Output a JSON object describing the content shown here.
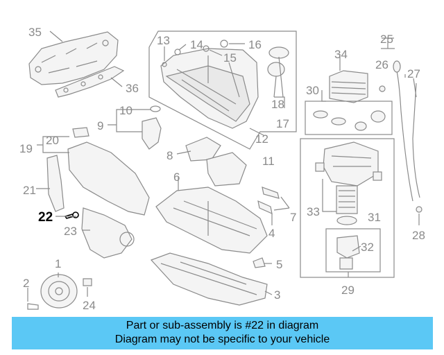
{
  "banner": {
    "line1": "Part or sub-assembly is #22 in diagram",
    "line2": "Diagram may not be specific to your vehicle",
    "color": "#5bc8f5"
  },
  "callouts": {
    "c1": "1",
    "c2": "2",
    "c3": "3",
    "c4": "4",
    "c5": "5",
    "c6": "6",
    "c7": "7",
    "c8": "8",
    "c9": "9",
    "c10": "10",
    "c11": "11",
    "c12": "12",
    "c13": "13",
    "c14": "14",
    "c15": "15",
    "c16": "16",
    "c17": "17",
    "c18": "18",
    "c19": "19",
    "c20": "20",
    "c21": "21",
    "c22": "22",
    "c23": "23",
    "c24": "24",
    "c25": "25",
    "c26": "26",
    "c27": "27",
    "c28": "28",
    "c29": "29",
    "c30": "30",
    "c31": "31",
    "c32": "32",
    "c33": "33",
    "c34": "34",
    "c35": "35",
    "c36": "36"
  },
  "highlighted_part": "22"
}
